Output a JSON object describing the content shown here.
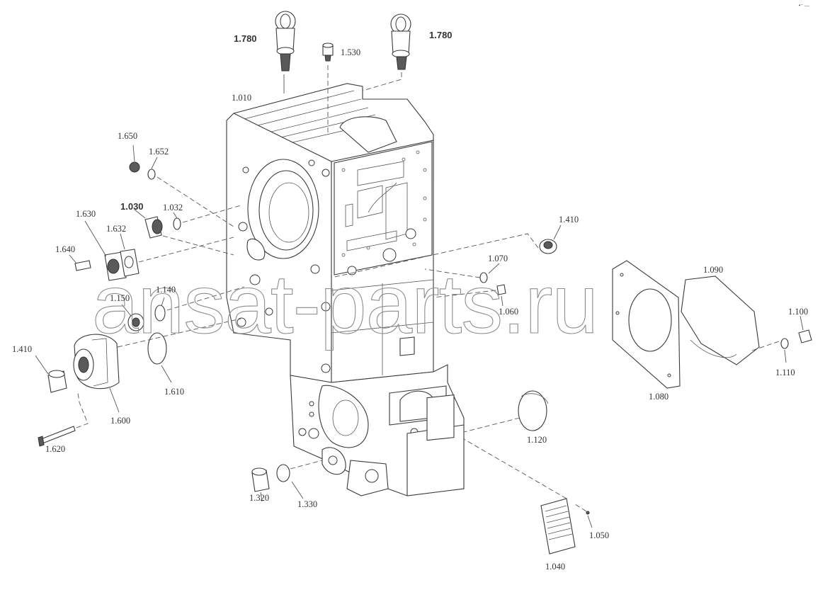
{
  "diagram": {
    "corner_mark": "•⁻ —",
    "watermark": "ansat-parts.ru",
    "labels": {
      "p1780a": "1.780",
      "p1780b": "1.780",
      "p1530": "1.530",
      "p1010": "1.010",
      "p1650": "1.650",
      "p1652": "1.652",
      "p1030": "1.030",
      "p1032": "1.032",
      "p1630": "1.630",
      "p1632": "1.632",
      "p1640": "1.640",
      "p1150": "1.150",
      "p1140": "1.140",
      "p1410a": "1.410",
      "p1410b": "1.410",
      "p1600": "1.600",
      "p1610": "1.610",
      "p1620": "1.620",
      "p1070": "1.070",
      "p1060": "1.060",
      "p1090": "1.090",
      "p1080": "1.080",
      "p1100": "1.100",
      "p1110": "1.110",
      "p1120": "1.120",
      "p1320": "1.320",
      "p1330": "1.330",
      "p1050": "1.050",
      "p1040": "1.040"
    }
  }
}
